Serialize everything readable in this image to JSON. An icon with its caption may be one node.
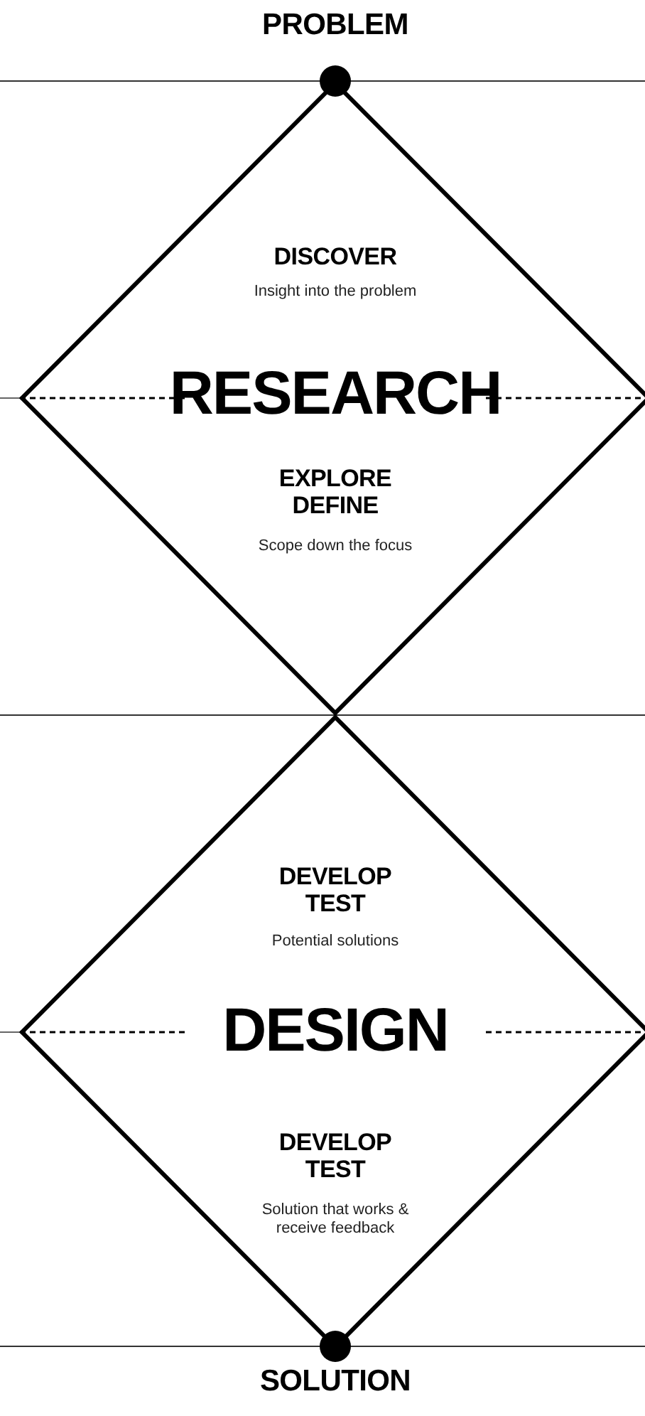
{
  "diagram": {
    "nodes": [
      {
        "text": [
          "DISCOVER",
          "Insight into the problem",
          "RESEARCH",
          "EXPLORE DEFINE",
          "Scope down the focus"
        ]
      },
      {
        "text": [
          "DEVELOP TEST",
          "Potential solutions",
          "DESIGN",
          "DEVELOP TEST",
          "Solution that works & receive feedback"
        ]
      }
    ],
    "labels": [
      "PROBLEM",
      "SOLUTION"
    ]
  }
}
